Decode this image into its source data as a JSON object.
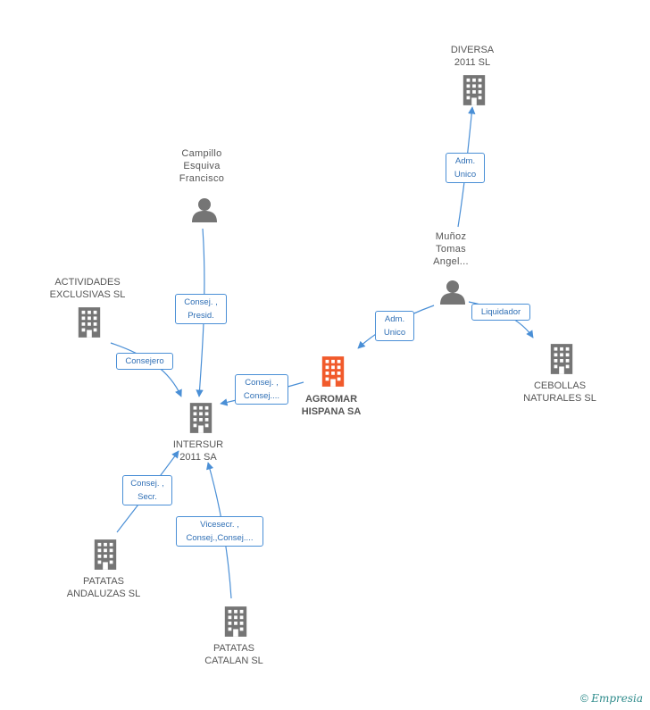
{
  "nodes": {
    "diversa": {
      "label": "DIVERSA\n2011 SL",
      "type": "company"
    },
    "campillo": {
      "label": "Campillo\nEsquiva\nFrancisco",
      "type": "person"
    },
    "munoz": {
      "label": "Muñoz\nTomas\nAngel...",
      "type": "person"
    },
    "actividades": {
      "label": "ACTIVIDADES\nEXCLUSIVAS SL",
      "type": "company"
    },
    "agromar": {
      "label": "AGROMAR\nHISPANA SA",
      "type": "company-main"
    },
    "cebollas": {
      "label": "CEBOLLAS\nNATURALES SL",
      "type": "company"
    },
    "intersur": {
      "label": "INTERSUR\n2011 SA",
      "type": "company"
    },
    "patatas_andaluzas": {
      "label": "PATATAS\nANDALUZAS SL",
      "type": "company"
    },
    "patatas_catalan": {
      "label": "PATATAS\nCATALAN SL",
      "type": "company"
    }
  },
  "edges": {
    "munoz_diversa": "Adm.\nUnico",
    "campillo_intersur": "Consej. ,\nPresid.",
    "munoz_agromar": "Adm.\nUnico",
    "munoz_cebollas": "Liquidador",
    "actividades_intersur": "Consejero",
    "agromar_intersur": "Consej. ,\nConsej....",
    "andaluzas_intersur": "Consej. ,\nSecr.",
    "catalan_intersur": "Vicesecr. ,\nConsej.,Consej...."
  },
  "colors": {
    "company": "#757575",
    "company_main": "#f15a2b",
    "edge": "#4a8fd6"
  },
  "footer": {
    "copyright_symbol": "©",
    "brand": "Empresia"
  }
}
